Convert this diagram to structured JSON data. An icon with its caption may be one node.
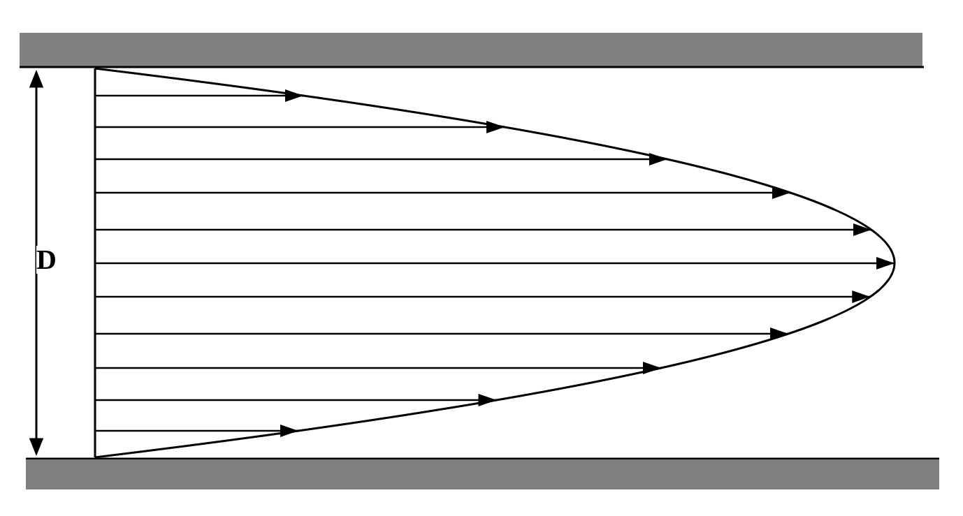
{
  "diagram": {
    "nodes": [
      {
        "text": [],
        "shape": "bar"
      },
      {
        "text": [],
        "shape": "bar"
      }
    ],
    "labels": [
      "D"
    ]
  }
}
